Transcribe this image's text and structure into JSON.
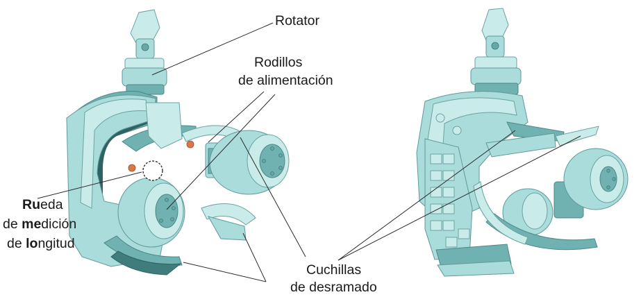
{
  "labels": {
    "rotator": "Rotator",
    "feed_rollers_line1": "Rodillos",
    "feed_rollers_line2": "de alimentación",
    "wheel_line1_bold": "Ru",
    "wheel_line1_rest": "eda",
    "wheel_line2_plain": "de ",
    "wheel_line2_bold": "me",
    "wheel_line2_rest": "dición",
    "wheel_line3_plain": "de ",
    "wheel_line3_bold": "lo",
    "wheel_line3_rest": "ngitud",
    "knives_line1": "Cuchillas",
    "knives_line2": "de desramado"
  },
  "colors": {
    "metal": "#a9dcdb",
    "metal_light": "#c9ecea",
    "metal_dark": "#6fb2b1",
    "shadow": "#3f7c7c",
    "accent_copper": "#d9774a"
  }
}
